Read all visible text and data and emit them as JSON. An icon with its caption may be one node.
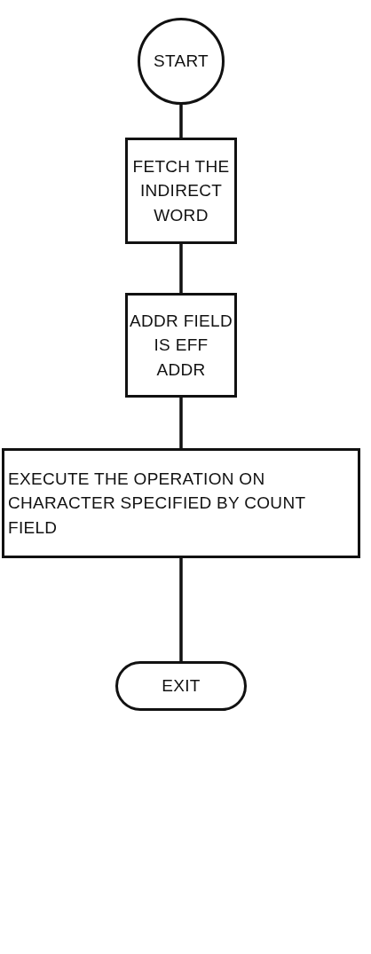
{
  "diagram": {
    "nodes": [
      {
        "text": [
          "START"
        ]
      },
      {
        "text": [
          "FETCH THE INDIRECT WORD"
        ]
      },
      {
        "text": [
          "ADDR FIELD IS EFF ADDR"
        ]
      },
      {
        "text": [
          "EXECUTE THE OPERATION ON CHARACTER SPECIFIED BY COUNT FIELD"
        ]
      },
      {
        "text": [
          "EXIT"
        ]
      }
    ],
    "edges": [
      {
        "from": 0,
        "to": 1,
        "arrow": "none"
      },
      {
        "from": 1,
        "to": 2,
        "arrow": "none"
      },
      {
        "from": 2,
        "to": 3,
        "arrow": "none"
      },
      {
        "from": 3,
        "to": 4,
        "arrow": "none"
      }
    ]
  }
}
